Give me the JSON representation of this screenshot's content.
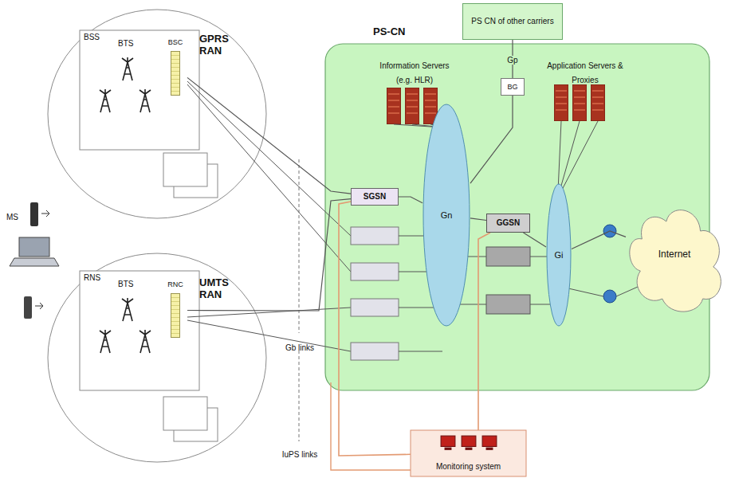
{
  "diagram": {
    "nodes": [
      {
        "text": [
          "GPRS RAN"
        ]
      },
      {
        "text": [
          "BSS"
        ],
        "in": 0
      },
      {
        "text": [
          "BSC"
        ],
        "in": 1
      },
      {
        "text": [
          "UMTS RAN"
        ]
      },
      {
        "text": [
          "RNS"
        ],
        "in": 3
      },
      {
        "text": [
          "RNC"
        ],
        "in": 4
      },
      {
        "text": [
          "PS CN of other carriers"
        ]
      },
      {
        "text": [
          "PS-CN"
        ]
      },
      {
        "text": [
          "BG"
        ],
        "in": 7
      },
      {
        "text": [
          "SGSN"
        ],
        "in": 7
      },
      {
        "text": [
          "Gn"
        ],
        "in": 7
      },
      {
        "text": [
          "GGSN"
        ],
        "in": 7
      },
      {
        "text": [
          "Gi"
        ],
        "in": 7
      },
      {
        "text": [
          "Internet"
        ]
      },
      {
        "text": [
          "Monitoring system"
        ]
      }
    ],
    "edges": [
      {
        "from": 2,
        "to": 9,
        "arrow": "none"
      },
      {
        "from": 5,
        "to": 9,
        "arrow": "none"
      },
      {
        "from": 9,
        "to": 10,
        "arrow": "none"
      },
      {
        "from": 10,
        "to": 11,
        "arrow": "none"
      },
      {
        "from": 11,
        "to": 12,
        "arrow": "none"
      },
      {
        "from": 12,
        "to": 13,
        "arrow": "none"
      },
      {
        "from": 8,
        "to": 6,
        "label": "Gp",
        "arrow": "none"
      },
      {
        "from": 10,
        "to": 8,
        "arrow": "none"
      },
      {
        "from": 14,
        "to": 9,
        "arrow": "none"
      },
      {
        "from": 14,
        "to": 11,
        "arrow": "none"
      }
    ],
    "labels": [
      "MS",
      "BTS",
      "BTS",
      "Gb links",
      "IuPS links",
      "Information Servers (e.g. HLR)",
      "Application Servers & Proxies"
    ]
  }
}
